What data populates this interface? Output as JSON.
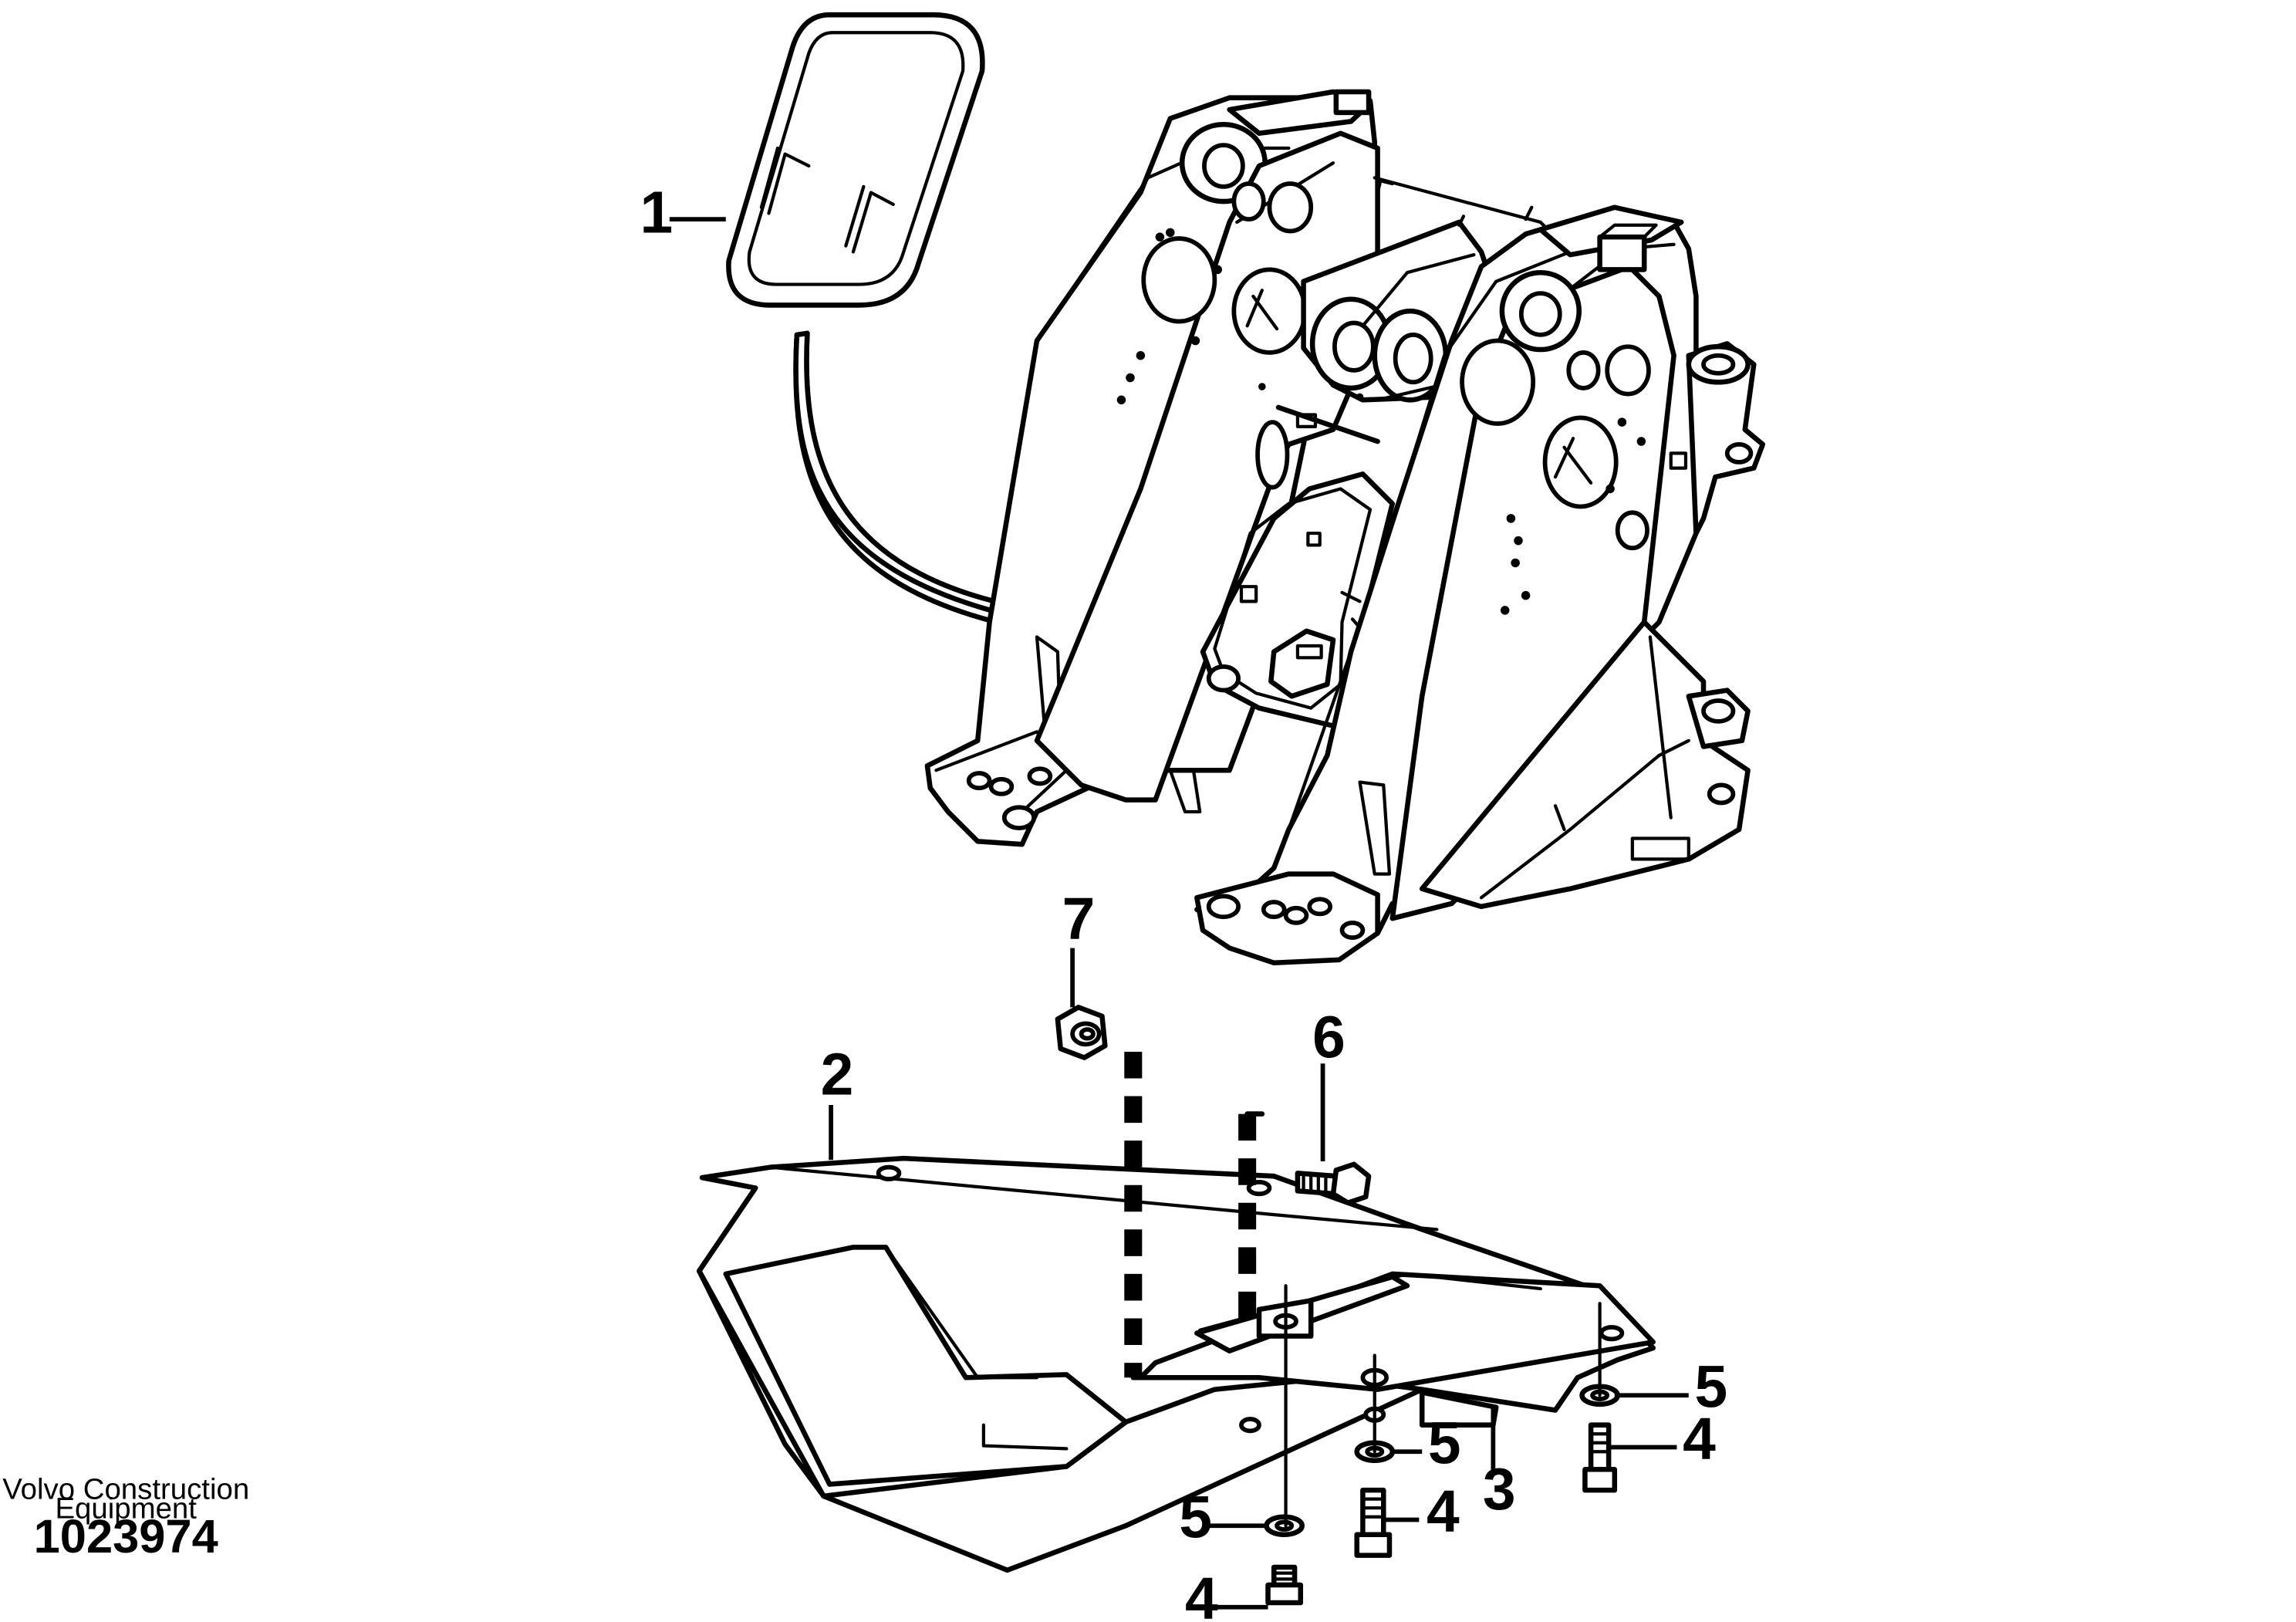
{
  "callouts": {
    "c1": "1",
    "c2": "2",
    "c3": "3",
    "c4a": "4",
    "c4b": "4",
    "c4c": "4",
    "c5a": "5",
    "c5b": "5",
    "c5c": "5",
    "c6": "6",
    "c7": "7"
  },
  "footer": {
    "brand_line1": "Volvo Construction",
    "brand_line2": "Equipment",
    "doc_number": "1023974"
  }
}
